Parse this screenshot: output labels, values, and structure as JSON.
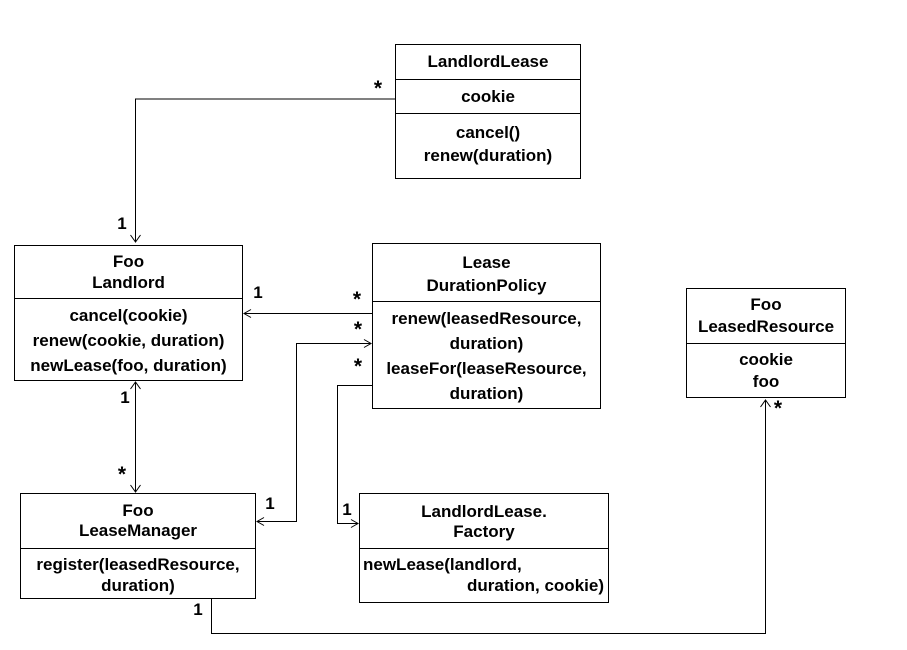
{
  "diagram": {
    "type": "uml-class-diagram",
    "colors": {
      "line": "#000000",
      "background": "#ffffff",
      "box_fill": "#ffffff",
      "text": "#000000"
    },
    "classes": {
      "landlord_lease": {
        "name": [
          "LandlordLease"
        ],
        "attributes": [
          "cookie"
        ],
        "methods": [
          "cancel()",
          "renew(duration)"
        ]
      },
      "landlord": {
        "name": [
          "Foo",
          "Landlord"
        ],
        "attributes": [],
        "methods": [
          "cancel(cookie)",
          "renew(cookie, duration)",
          "newLease(foo, duration)"
        ]
      },
      "duration_policy": {
        "name": [
          "Lease",
          "DurationPolicy"
        ],
        "attributes": [],
        "methods": [
          "renew(leasedResource,",
          "duration)",
          "leaseFor(leaseResource,",
          "duration)"
        ]
      },
      "leased_resource": {
        "name": [
          "Foo",
          "LeasedResource"
        ],
        "attributes": [
          "cookie",
          "foo"
        ],
        "methods": []
      },
      "lease_manager": {
        "name": [
          "Foo",
          "LeaseManager"
        ],
        "attributes": [],
        "methods": [
          "register(leasedResource,",
          "duration)"
        ]
      },
      "factory": {
        "name": [
          "LandlordLease.",
          "Factory"
        ],
        "attributes": [],
        "methods": [
          "newLease(landlord,",
          "duration, cookie)"
        ]
      }
    },
    "connections": [
      {
        "id": "landlordlease-landlord",
        "source": "LandlordLease",
        "target": "Foo Landlord",
        "source_label": "*",
        "target_label": "1"
      },
      {
        "id": "landlord-leasemanager",
        "source": "Foo Landlord",
        "target": "Foo LeaseManager",
        "source_label": "1",
        "target_label": "*"
      },
      {
        "id": "durationpolicy-landlord",
        "source": "Lease DurationPolicy",
        "target": "Foo Landlord",
        "source_label": "*",
        "target_label": "1"
      },
      {
        "id": "durationpolicy-leasemanager",
        "source": "Lease DurationPolicy",
        "target": "Foo LeaseManager",
        "source_label": "*",
        "target_label": "1"
      },
      {
        "id": "durationpolicy-factory",
        "source": "Lease DurationPolicy",
        "target": "LandlordLease.Factory",
        "source_label": "*",
        "target_label": "1"
      },
      {
        "id": "leasemanager-leasedresource",
        "source": "Foo LeaseManager",
        "target": "Foo LeasedResource",
        "source_label": "1",
        "target_label": "*"
      }
    ]
  }
}
